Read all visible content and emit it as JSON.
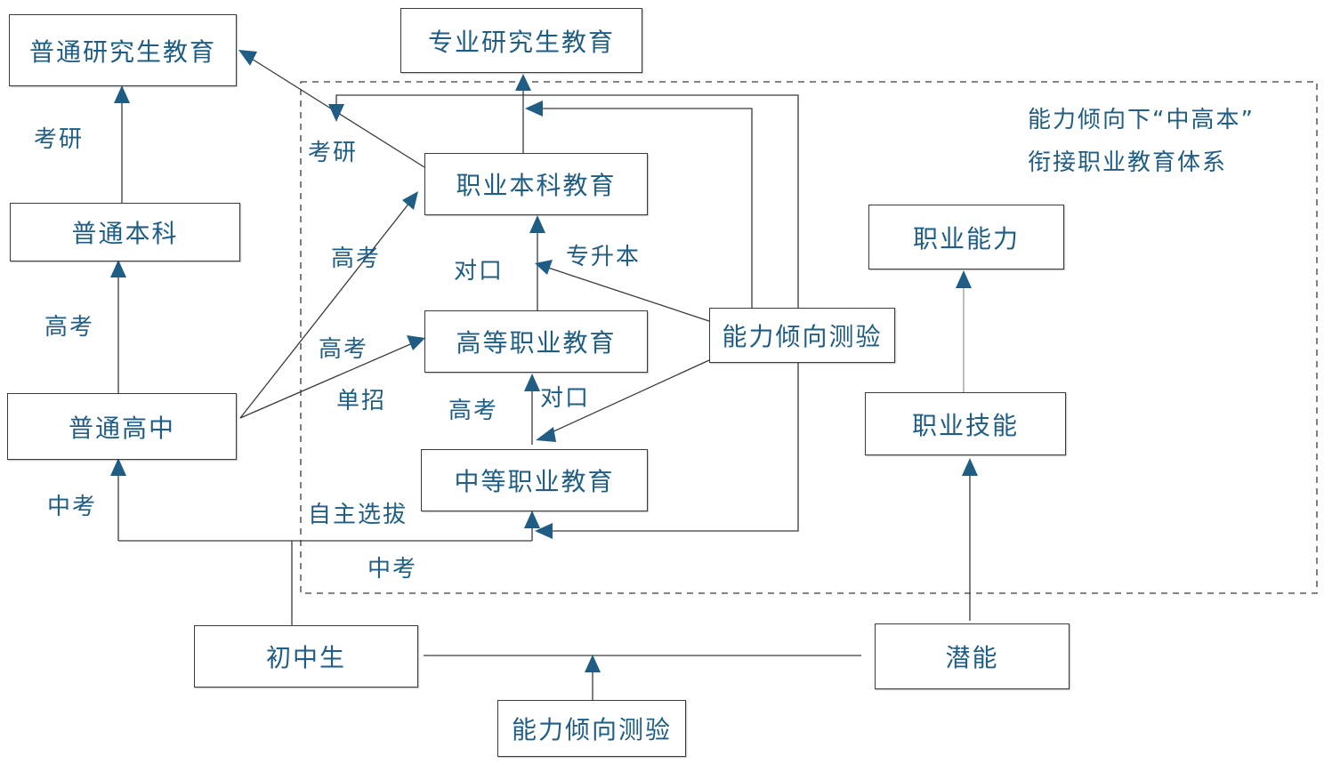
{
  "colors": {
    "text": "#1f5d84",
    "arrow": "#1f5d84",
    "line": "#3a3a3a"
  },
  "boxes": {
    "general_grad": "普通研究生教育",
    "professional_grad": "专业研究生教育",
    "general_undergrad": "普通本科",
    "vocational_undergrad": "职业本科教育",
    "higher_vocational": "高等职业教育",
    "secondary_vocational": "中等职业教育",
    "general_high_school": "普通高中",
    "aptitude_test_center": "能力倾向测验",
    "aptitude_test_bottom": "能力倾向测验",
    "junior_high": "初中生",
    "potential": "潜能",
    "vocational_skill": "职业技能",
    "vocational_ability": "职业能力"
  },
  "labels": {
    "kaoyan_left": "考研",
    "gaokao_left": "高考",
    "zhongkao_left": "中考",
    "kaoyan_center": "考研",
    "gaokao_to_undergrad": "高考",
    "gaokao_to_higher": "高考",
    "danzhao": "单招",
    "duikou_upper": "对口",
    "zhuanshengben": "专升本",
    "gaokao_center": "高考",
    "duikou_lower": "对口",
    "zizhu_xuanba": "自主选拔",
    "zhongkao_bottom": "中考"
  },
  "region_title": {
    "line1": "能力倾向下“中高本”",
    "line2": "衔接职业教育体系"
  }
}
